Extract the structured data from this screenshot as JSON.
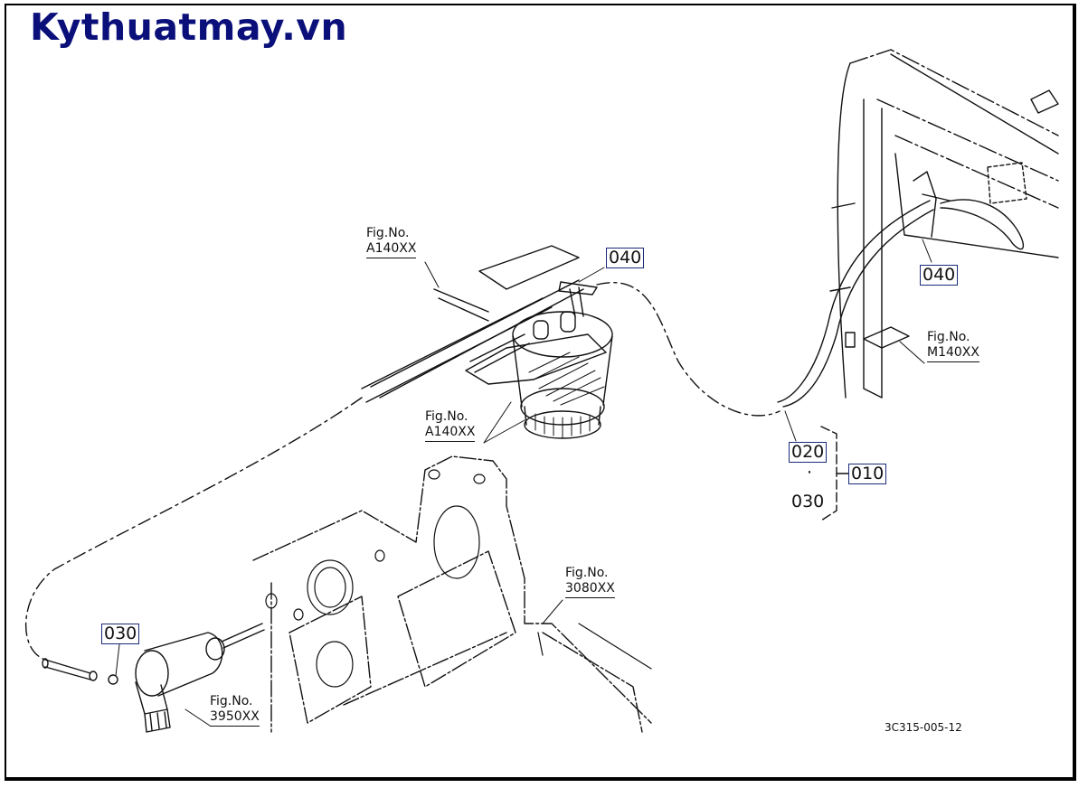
{
  "watermark": "Kythuatmay.vn",
  "figure_refs": [
    {
      "id": "fig-a140-top",
      "line1": "Fig.No.",
      "line2": "A140XX"
    },
    {
      "id": "fig-a140-mid",
      "line1": "Fig.No.",
      "line2": "A140XX"
    },
    {
      "id": "fig-m140",
      "line1": "Fig.No.",
      "line2": "M140XX"
    },
    {
      "id": "fig-3080",
      "line1": "Fig.No.",
      "line2": "3080XX"
    },
    {
      "id": "fig-3950",
      "line1": "Fig.No.",
      "line2": "3950XX"
    }
  ],
  "part_numbers": {
    "p040_top": "040",
    "p040_right": "040",
    "p020": "020",
    "dot": "·",
    "p030_group": "030",
    "p010": "010",
    "p030_left": "030"
  },
  "drawing_code": "3C315-005-12"
}
